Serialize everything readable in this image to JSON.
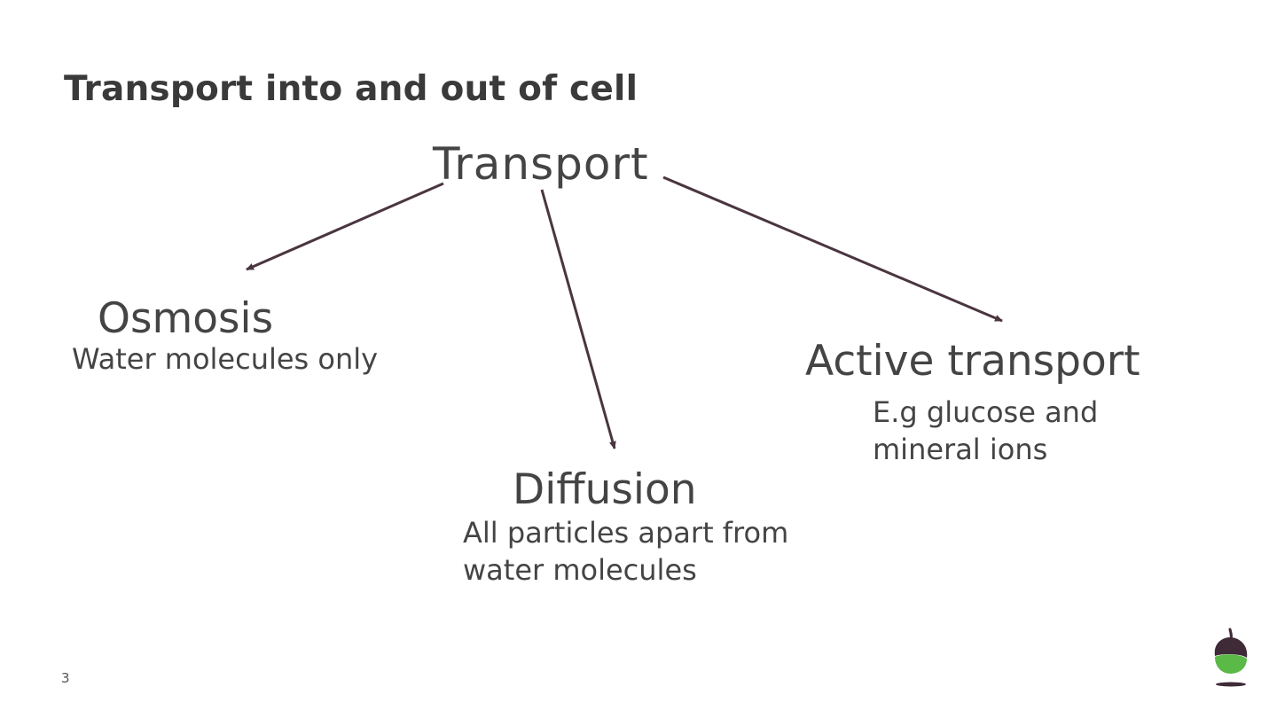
{
  "slide": {
    "title": "Transport into and out of cell",
    "page_number": "3"
  },
  "diagram": {
    "root": "Transport",
    "branches": [
      {
        "label": "Osmosis",
        "description": "Water molecules only"
      },
      {
        "label": "Diffusion",
        "description": "All particles apart from water molecules"
      },
      {
        "label": "Active transport",
        "description": "E.g glucose and mineral ions"
      }
    ]
  },
  "colors": {
    "arrow": "#4a3540",
    "logo_cap": "#3f2a37",
    "logo_body": "#5ab947"
  },
  "icons": {
    "logo": "acorn-logo-icon"
  }
}
